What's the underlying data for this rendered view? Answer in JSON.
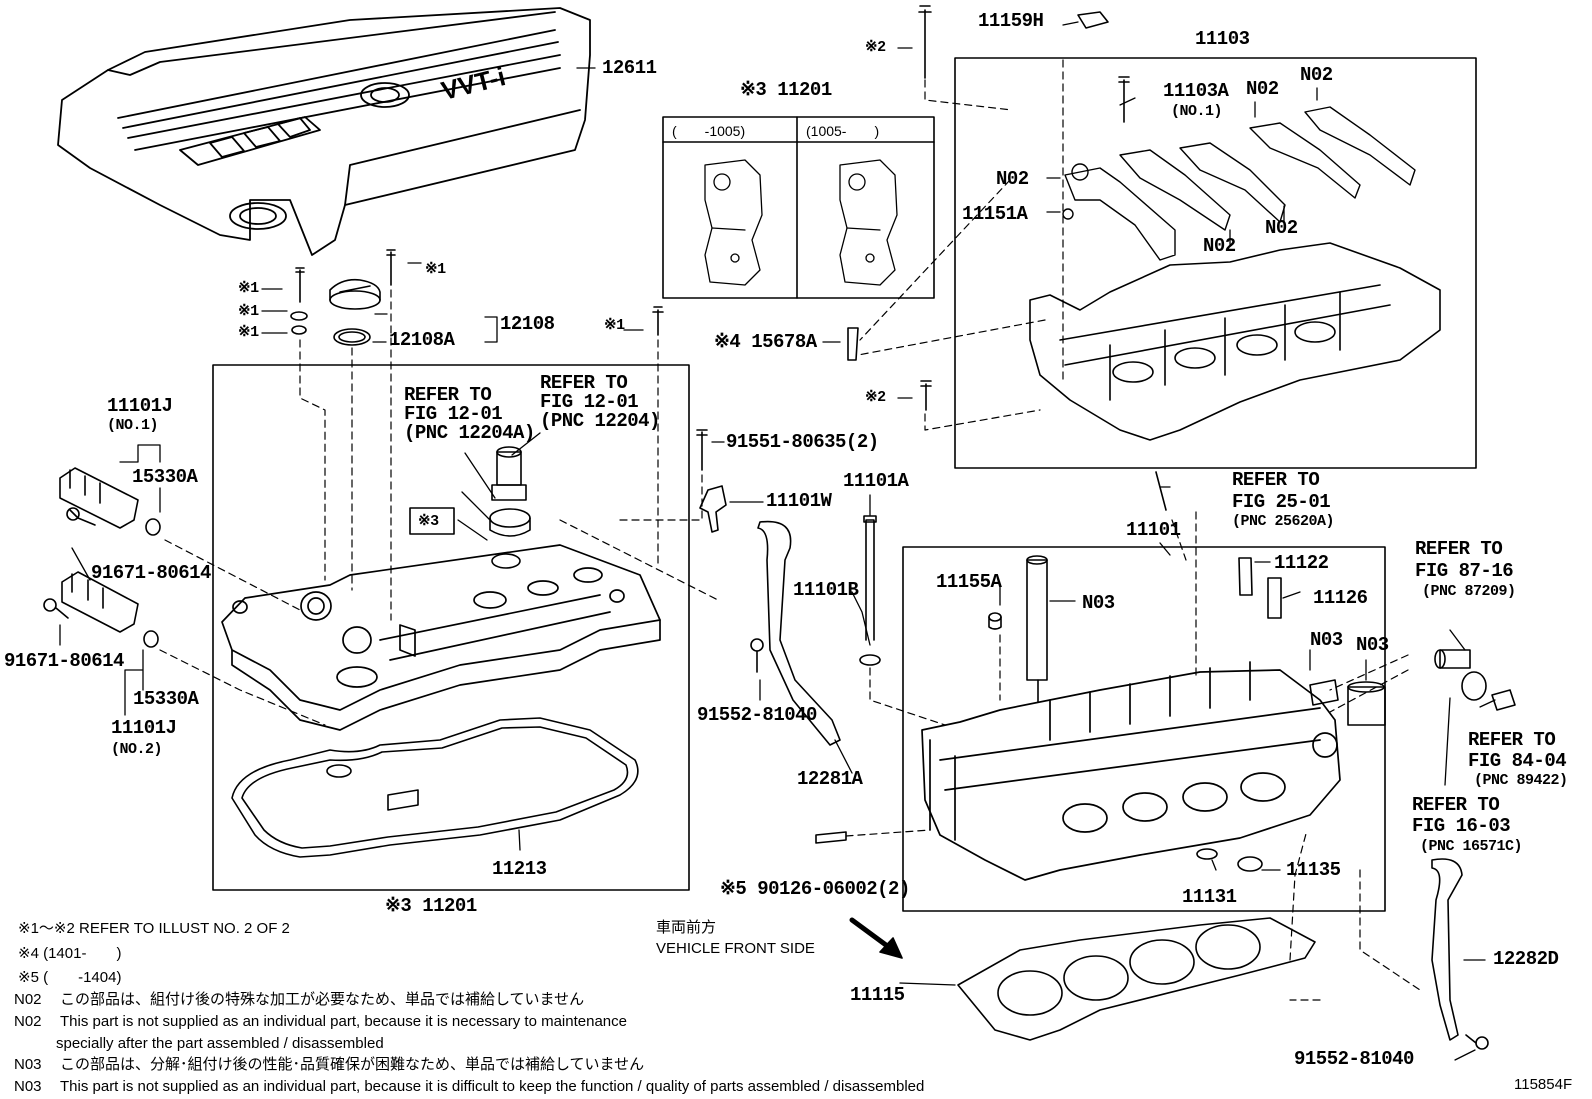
{
  "labels": {
    "p12611": "12611",
    "p12108": "12108",
    "p12108A": "12108A",
    "k1a": "※1",
    "k1b": "※1",
    "k1c": "※1",
    "k1d": "※1",
    "k1e": "※1",
    "p11101J_1": "11101J",
    "no1": "(NO.1)",
    "p15330A_1": "15330A",
    "p91671_1": "91671-80614",
    "p91671_2": "91671-80614",
    "p15330A_2": "15330A",
    "p11101J_2": "11101J",
    "no2": "(NO.2)",
    "refA_1": "REFER TO",
    "refA_2": "FIG 12-01",
    "refA_3": "(PNC 12204A)",
    "refB_1": "REFER TO",
    "refB_2": "FIG 12-01",
    "refB_3": "(PNC 12204)",
    "k3box": "※3",
    "p11213": "11213",
    "k3_11201_bottom": "※3 11201",
    "p11201_top": "※3 11201",
    "tbl_col1": "(　　-1005)",
    "tbl_col2": "(1005-　　)",
    "p91551": "91551-80635(2)",
    "p11101W": "11101W",
    "p11101A": "11101A",
    "p11101B": "11101B",
    "p91552_a": "91552-81040",
    "p12281A": "12281A",
    "k4_15678A": "※4 15678A",
    "k2a": "※2",
    "k2b": "※2",
    "p11159H": "11159H",
    "p11103": "11103",
    "p11103A": "11103A",
    "no1b": "(NO.1)",
    "n02a": "N02",
    "n02b": "N02",
    "n02c": "N02",
    "n02d": "N02",
    "n02e": "N02",
    "p11151A": "11151A",
    "refC_1": "REFER TO",
    "refC_2": "FIG 25-01",
    "refC_3": "(PNC 25620A)",
    "p11101": "11101",
    "p11155A": "11155A",
    "n03a": "N03",
    "p11122": "11122",
    "p11126": "11126",
    "n03b": "N03",
    "n03c": "N03",
    "refD_1": "REFER TO",
    "refD_2": "FIG 87-16",
    "refD_3": "(PNC 87209)",
    "refE_1": "REFER TO",
    "refE_2": "FIG 84-04",
    "refE_3": "(PNC 89422)",
    "refF_1": "REFER TO",
    "refF_2": "FIG 16-03",
    "refF_3": "(PNC 16571C)",
    "p11135": "11135",
    "p11131": "11131",
    "k5_90126": "※5 90126-06002(2)",
    "front_jp": "車両前方",
    "front_en": "VEHICLE FRONT SIDE",
    "p11115": "11115",
    "p12282D": "12282D",
    "p91552_b": "91552-81040",
    "fig_no": "115854F"
  },
  "notes": {
    "n1": "※1～※2  REFER TO ILLUST NO. 2 OF 2",
    "n2": "※4 (1401-　　)",
    "n3": "※5 (　　-1404)",
    "n4_key": "N02",
    "n4_text": "この部品は、組付け後の特殊な加工が必要なため、単品では補給していません",
    "n5_key": "N02",
    "n5_text": "This part is not supplied as an individual part, because it is necessary to maintenance",
    "n6_text": "specially after the part assembled / disassembled",
    "n7_key": "N03",
    "n7_text": "この部品は、分解･組付け後の性能･品質確保が困難なため、単品では補給していません",
    "n8_key": "N03",
    "n8_text": "This part is not supplied as an individual part, because it is difficult to keep the function / quality of parts  assembled / disassembled"
  },
  "logo_text": "VVT-i"
}
